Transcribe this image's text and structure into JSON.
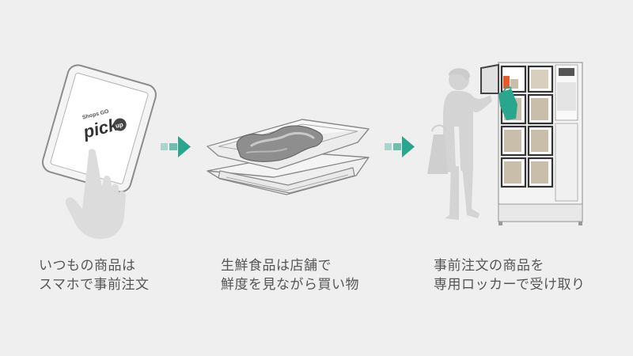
{
  "steps": [
    {
      "line1": "いつもの商品は",
      "line2": "スマホで事前注文"
    },
    {
      "line1": "生鮮食品は店舗で",
      "line2": "鮮度を見ながら買い物"
    },
    {
      "line1": "事前注文の商品を",
      "line2": "専用ロッカーで受け取り"
    }
  ],
  "app_logo": {
    "top": "Shops GO",
    "main": "pick",
    "badge": "up"
  },
  "colors": {
    "arrow": "#2aa58e",
    "accent": "#e85a2a",
    "bag": "#2aa58e",
    "background": "#efefef",
    "text": "#555555"
  }
}
